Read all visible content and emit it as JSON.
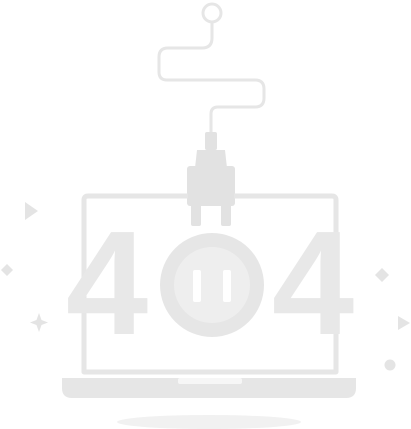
{
  "illustration": {
    "error_code": "404",
    "digit_left": "4",
    "digit_right": "4",
    "icon_names": {
      "illustration": "laptop-unplugged-404-illustration",
      "plug": "power-plug-icon",
      "socket": "power-socket-icon",
      "laptop": "laptop-icon"
    },
    "colors": {
      "primary": "#e6e6e6",
      "secondary": "#eeeeee",
      "accent": "#dcdcdc",
      "shadow": "#f2f2f2"
    }
  }
}
